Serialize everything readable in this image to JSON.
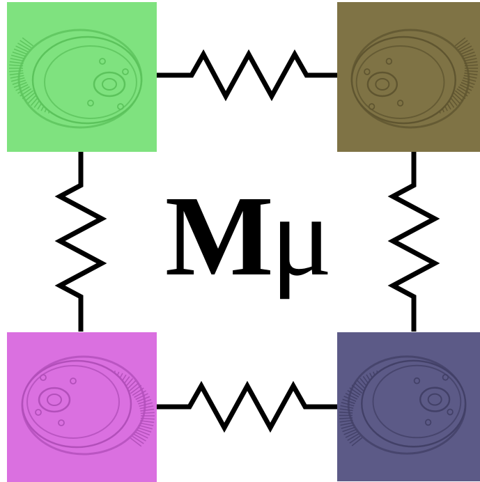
{
  "logo": {
    "letter_m": "M",
    "letter_mu": "μ"
  },
  "tiles": [
    {
      "id": "top-left",
      "color": "#7fe27f",
      "shade": "#5cc35c",
      "orientation": "flip"
    },
    {
      "id": "top-right",
      "color": "#7f7345",
      "shade": "#5f5530",
      "orientation": "normal"
    },
    {
      "id": "bottom-left",
      "color": "#da70e0",
      "shade": "#b24fba",
      "orientation": "flipv"
    },
    {
      "id": "bottom-right",
      "color": "#5c5a87",
      "shade": "#424067",
      "orientation": "rot"
    }
  ],
  "colors": {
    "line": "#000000",
    "background": "#ffffff"
  }
}
